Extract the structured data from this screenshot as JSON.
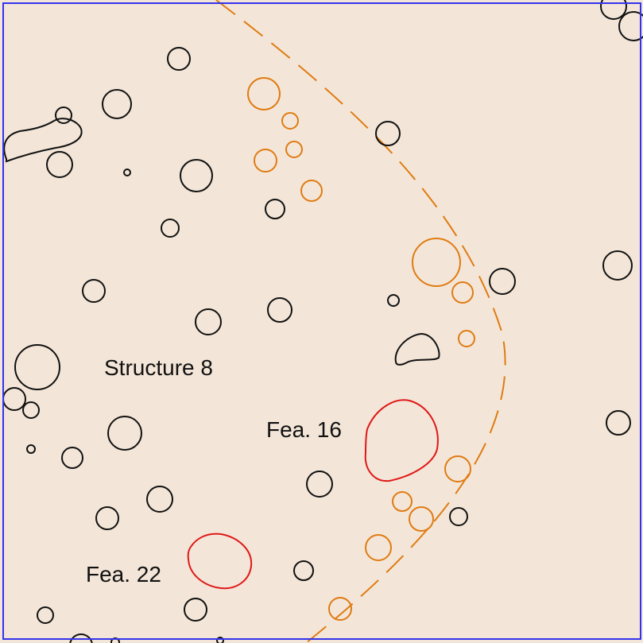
{
  "map": {
    "colors": {
      "background": "#f3e6d8",
      "frame": "#3333ee",
      "posthole": "#111111",
      "structure_posthole": "#e07b12",
      "feature": "#e01818",
      "structure_outline": "#e07b12"
    },
    "labels": {
      "structure": "Structure 8",
      "feature_16": "Fea. 16",
      "feature_22": "Fea. 22"
    }
  }
}
